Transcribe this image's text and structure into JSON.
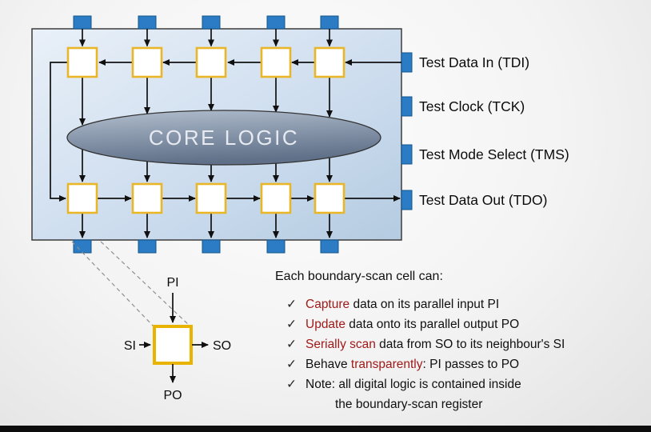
{
  "chip": {
    "core_logic_label": "CORE LOGIC"
  },
  "pins": {
    "right": [
      {
        "id": "TDI",
        "label": "Test Data In (TDI)"
      },
      {
        "id": "TCK",
        "label": "Test Clock (TCK)"
      },
      {
        "id": "TMS",
        "label": "Test Mode Select (TMS)"
      },
      {
        "id": "TDO",
        "label": "Test Data Out (TDO)"
      }
    ]
  },
  "cell_detail": {
    "parallel_in": "PI",
    "serial_in": "SI",
    "serial_out": "SO",
    "parallel_out": "PO"
  },
  "notes": {
    "title": "Each boundary-scan cell can:",
    "check": "✓",
    "items": [
      {
        "pre": "",
        "hl": "Capture",
        "post": " data on its parallel input PI"
      },
      {
        "pre": "",
        "hl": "Update",
        "post": " data onto its parallel output PO"
      },
      {
        "pre": "",
        "hl": "Serially scan",
        "post": " data from SO to its neighbour's SI"
      },
      {
        "pre": "Behave ",
        "hl": "transparently",
        "post": ": PI passes to PO"
      },
      {
        "pre": "Note:  all digital logic is contained inside",
        "hl": "",
        "post": "",
        "line2": "the boundary-scan register"
      }
    ]
  },
  "colors": {
    "pin_blue": "#2b7cc4",
    "cell_gold": "#e9b62a",
    "highlight_red": "#a01a1a",
    "core_gray": "#6b7b90"
  }
}
